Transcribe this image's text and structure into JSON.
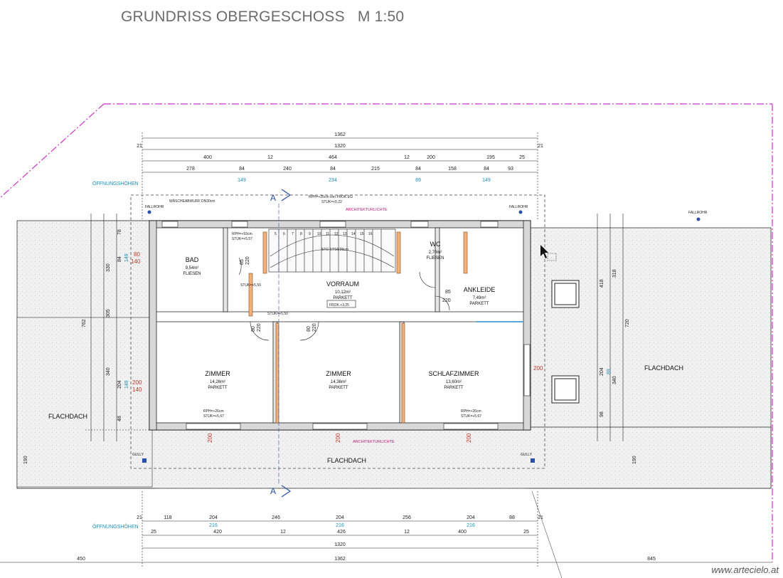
{
  "title": "GRUNDRISS OBERGESCHOSS   M 1:50",
  "credit": "www.artecielo.at",
  "rooms": [
    {
      "id": "bad",
      "name": "BAD",
      "area": "9,54m²",
      "floor": "FLIESEN"
    },
    {
      "id": "wc",
      "name": "WC",
      "area": "2,70m²",
      "floor": "FLIESEN"
    },
    {
      "id": "vorraum",
      "name": "VORRAUM",
      "area": "10,12m²",
      "floor": "PARKETT"
    },
    {
      "id": "ankleide",
      "name": "ANKLEIDE",
      "area": "7,49m²",
      "floor": "PARKETT"
    },
    {
      "id": "zimmer1",
      "name": "ZIMMER",
      "area": "14,26m²",
      "floor": "PARKETT"
    },
    {
      "id": "zimmer2",
      "name": "ZIMMER",
      "area": "14,36m²",
      "floor": "PARKETT"
    },
    {
      "id": "schlafzimmer",
      "name": "SCHLAFZIMMER",
      "area": "13,60m²",
      "floor": "PARKETT"
    }
  ],
  "flachdach": "FLACHDACH",
  "oeffnungshoehen": "ÖFFNUNGSHÖHEN",
  "fallrohr": "FALLROHR",
  "gully": "GULLY",
  "architekturlichte": "ARCHITEKTURLICHTE",
  "section_mark": "A",
  "stair_label": "STG 17/16/29cm",
  "frok": "FROK.+3,25",
  "dims_top": {
    "overall": "1362",
    "inner": "1320",
    "wall": "21",
    "row3": [
      "400",
      "12",
      "464",
      "12",
      "200",
      "195",
      "25"
    ],
    "row4": [
      "278",
      "84",
      "240",
      "84",
      "215",
      "84",
      "158",
      "84",
      "93"
    ],
    "heights": [
      "149",
      "234",
      "89",
      "149"
    ]
  },
  "dims_bottom": {
    "overall": "1362",
    "inner": "1320",
    "wall": "21",
    "row1": [
      "118",
      "204",
      "246",
      "204",
      "256",
      "204",
      "88"
    ],
    "heights": [
      "216",
      "216",
      "216"
    ],
    "row2": [
      "25",
      "420",
      "12",
      "426",
      "12",
      "400",
      "25"
    ],
    "left": "450",
    "right": "845"
  },
  "dims_left": {
    "total": "762",
    "a": "330",
    "b": "305",
    "c": "340",
    "d": "204",
    "e": "84",
    "f": "78",
    "g": "48",
    "h": "190",
    "red1": "80",
    "red2": "140",
    "red3": "200",
    "red4": "140",
    "blue1": "149",
    "blue2": "149"
  },
  "dims_right": {
    "total": "720",
    "a": "418",
    "b": "318",
    "c": "340",
    "d": "204",
    "e": "98",
    "f": "190",
    "blue": "89"
  },
  "door_labels": [
    "85",
    "220",
    "80",
    "220",
    "80",
    "220",
    "85",
    "220"
  ],
  "window_labels": [
    "200",
    "200",
    "200",
    "200"
  ],
  "notes": {
    "rph_stuk": [
      "RPH=+93cm",
      "STUK=+5,57",
      "STUK=+5,50",
      "STUK=+5,50",
      "STUK=+5,67",
      "RPH=+26cm",
      "STUK=+5,67",
      "RPH=+26cm"
    ],
    "waesche": "WÄSCHEABWURF DN30cm",
    "rph_top": "RPH=+26cm von FROK EG",
    "stuk_top": "STUK=+5,22"
  }
}
